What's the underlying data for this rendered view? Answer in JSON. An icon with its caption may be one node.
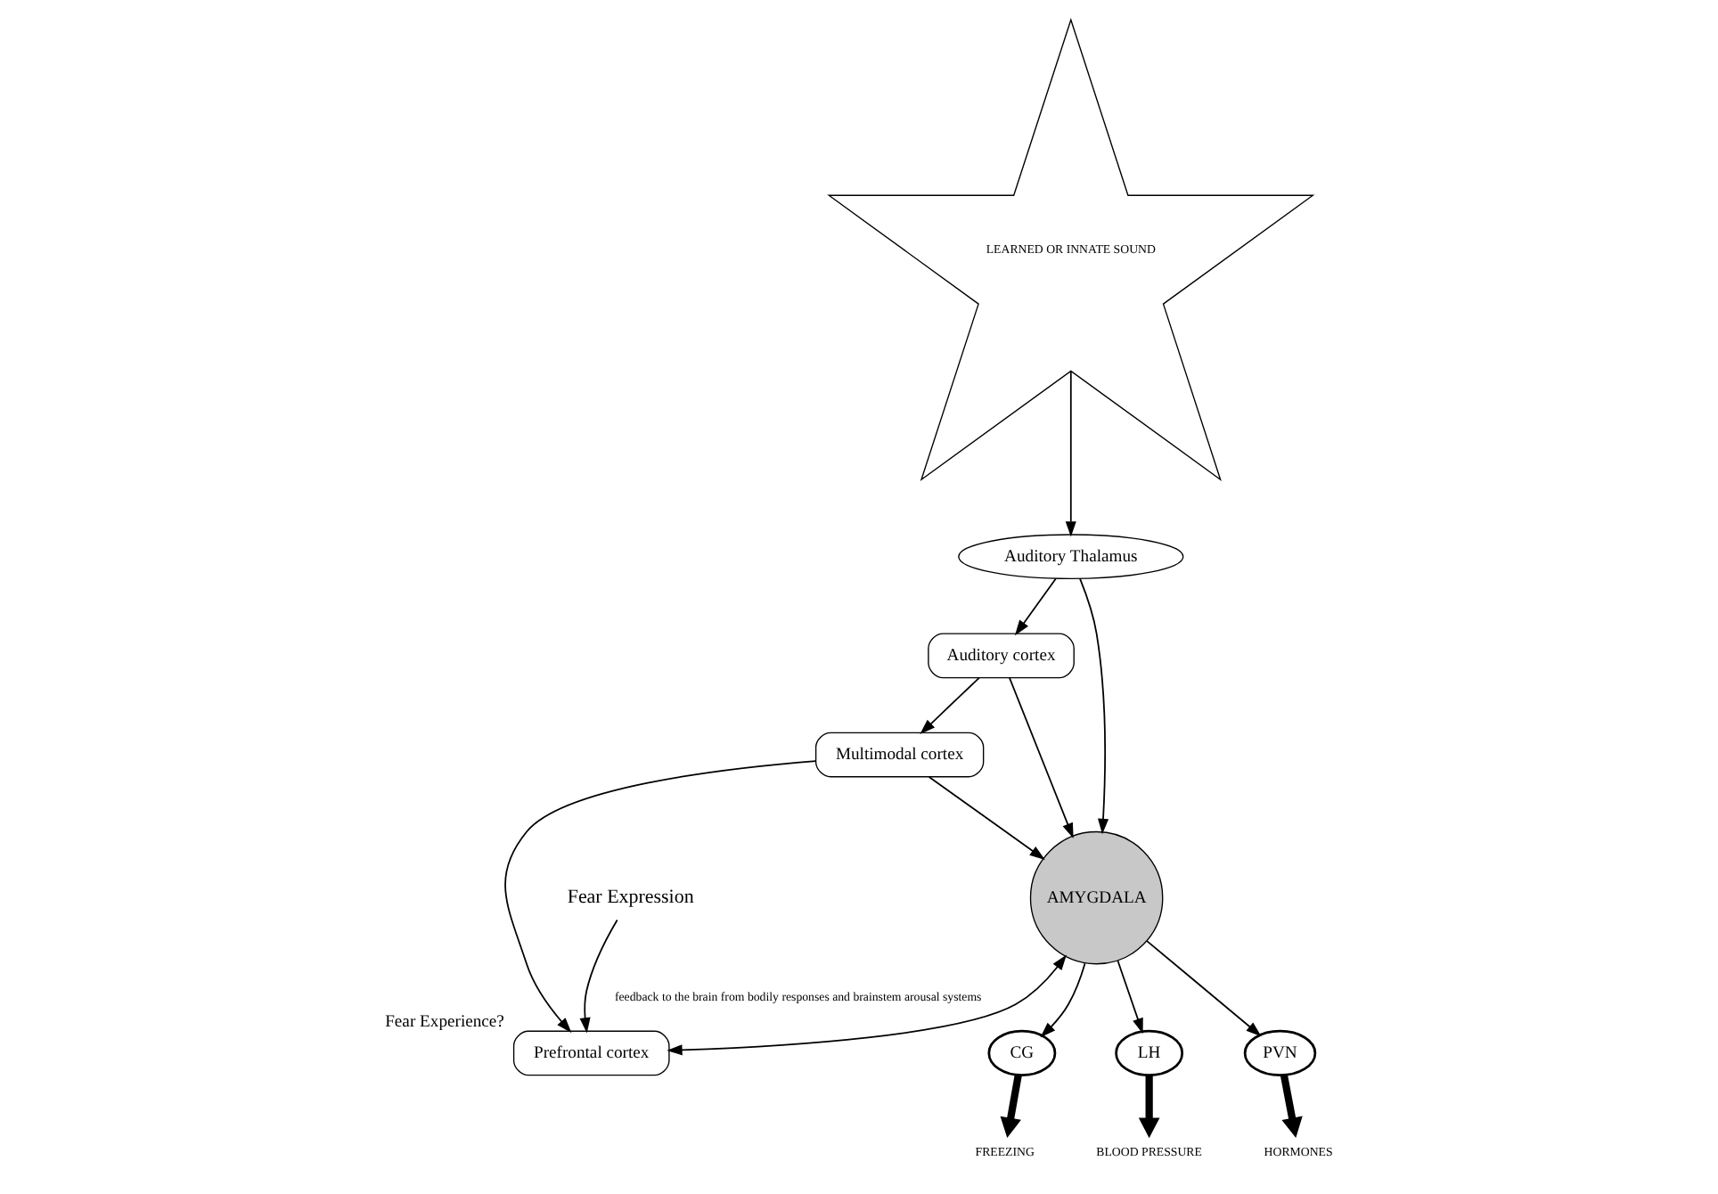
{
  "diagram": {
    "nodes": [
      {
        "text": [
          "Multimodal cortex"
        ]
      },
      {
        "text": [
          "Auditory cortex"
        ]
      },
      {
        "text": [
          "Prefrontal cortex"
        ],
        "beside": [
          "Fear Experience?"
        ]
      },
      {
        "text": [
          "Auditory Thalamus"
        ]
      },
      {
        "text": [
          "AMYGDALA"
        ]
      },
      {
        "text": [
          "LEARNED OR INNATE SOUND"
        ]
      },
      {
        "text": [
          "CG"
        ]
      },
      {
        "text": [
          "LH"
        ]
      },
      {
        "text": [
          "PVN"
        ]
      },
      {
        "text": [
          "FREEZING"
        ]
      },
      {
        "text": [
          "BLOOD PRESSURE"
        ]
      },
      {
        "text": [
          "HORMONES"
        ]
      },
      {
        "text": [
          "Fear Expression"
        ]
      }
    ],
    "edges": [
      {
        "from": 1,
        "to": 0,
        "arrow": "to"
      },
      {
        "from": 0,
        "to": 4,
        "arrow": "to"
      },
      {
        "from": 0,
        "to": 2,
        "arrow": "to"
      },
      {
        "from": 1,
        "to": 4,
        "arrow": "to"
      },
      {
        "from": 3,
        "to": 1,
        "arrow": "to"
      },
      {
        "from": 3,
        "to": 4,
        "arrow": "to"
      },
      {
        "from": 5,
        "to": 3,
        "arrow": "to"
      },
      {
        "from": 4,
        "to": 2,
        "arrow": "both"
      },
      {
        "from": 4,
        "to": 6,
        "arrow": "to"
      },
      {
        "from": 4,
        "to": 7,
        "arrow": "to"
      },
      {
        "from": 4,
        "to": 8,
        "arrow": "to"
      },
      {
        "from": 6,
        "to": 9,
        "arrow": "to",
        "style": "thick"
      },
      {
        "from": 7,
        "to": 10,
        "arrow": "to",
        "style": "thick"
      },
      {
        "from": 8,
        "to": 11,
        "arrow": "to",
        "style": "thick"
      },
      {
        "from": 12,
        "to": 2,
        "arrow": "to",
        "label": "feedback to the brain from bodily responses and brainstem arousal systems"
      }
    ]
  }
}
